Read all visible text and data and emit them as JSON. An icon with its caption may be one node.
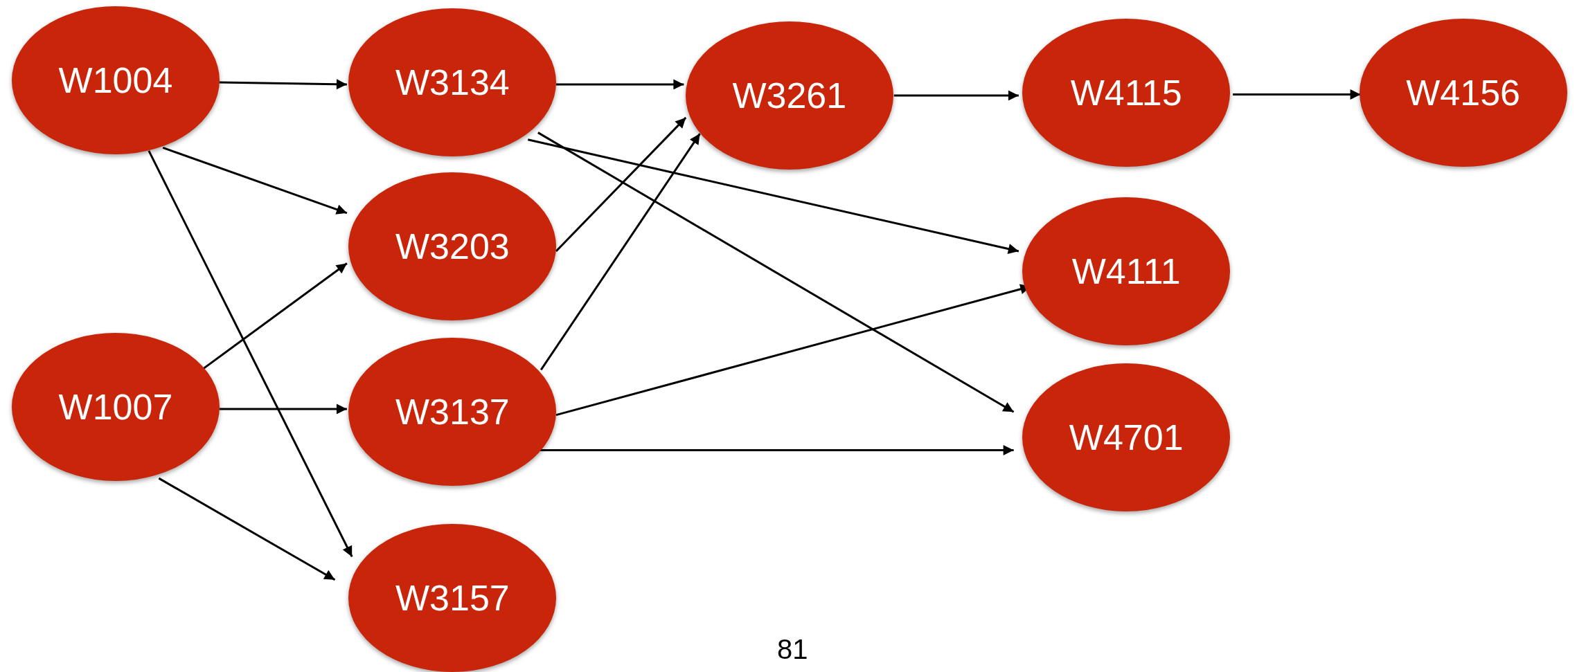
{
  "diagram": {
    "nodes": [
      {
        "text": [
          "W1004"
        ]
      },
      {
        "text": [
          "W3134"
        ]
      },
      {
        "text": [
          "W3261"
        ]
      },
      {
        "text": [
          "W4115"
        ]
      },
      {
        "text": [
          "W4156"
        ]
      },
      {
        "text": [
          "W3203"
        ]
      },
      {
        "text": [
          "W4111"
        ]
      },
      {
        "text": [
          "W1007"
        ]
      },
      {
        "text": [
          "W3137"
        ]
      },
      {
        "text": [
          "W4701"
        ]
      },
      {
        "text": [
          "W3157"
        ]
      }
    ],
    "edges": [
      {
        "from": 0,
        "to": 1,
        "arrow": "to"
      },
      {
        "from": 0,
        "to": 5,
        "arrow": "to"
      },
      {
        "from": 0,
        "to": 10,
        "arrow": "to"
      },
      {
        "from": 1,
        "to": 2,
        "arrow": "to"
      },
      {
        "from": 1,
        "to": 6,
        "arrow": "to"
      },
      {
        "from": 1,
        "to": 9,
        "arrow": "to"
      },
      {
        "from": 2,
        "to": 3,
        "arrow": "to"
      },
      {
        "from": 3,
        "to": 4,
        "arrow": "to"
      },
      {
        "from": 5,
        "to": 2,
        "arrow": "to"
      },
      {
        "from": 7,
        "to": 5,
        "arrow": "to"
      },
      {
        "from": 7,
        "to": 8,
        "arrow": "to"
      },
      {
        "from": 7,
        "to": 10,
        "arrow": "to"
      },
      {
        "from": 8,
        "to": 2,
        "arrow": "to"
      },
      {
        "from": 8,
        "to": 6,
        "arrow": "to"
      },
      {
        "from": 8,
        "to": 9,
        "arrow": "to"
      }
    ],
    "labels": [
      "81"
    ]
  }
}
